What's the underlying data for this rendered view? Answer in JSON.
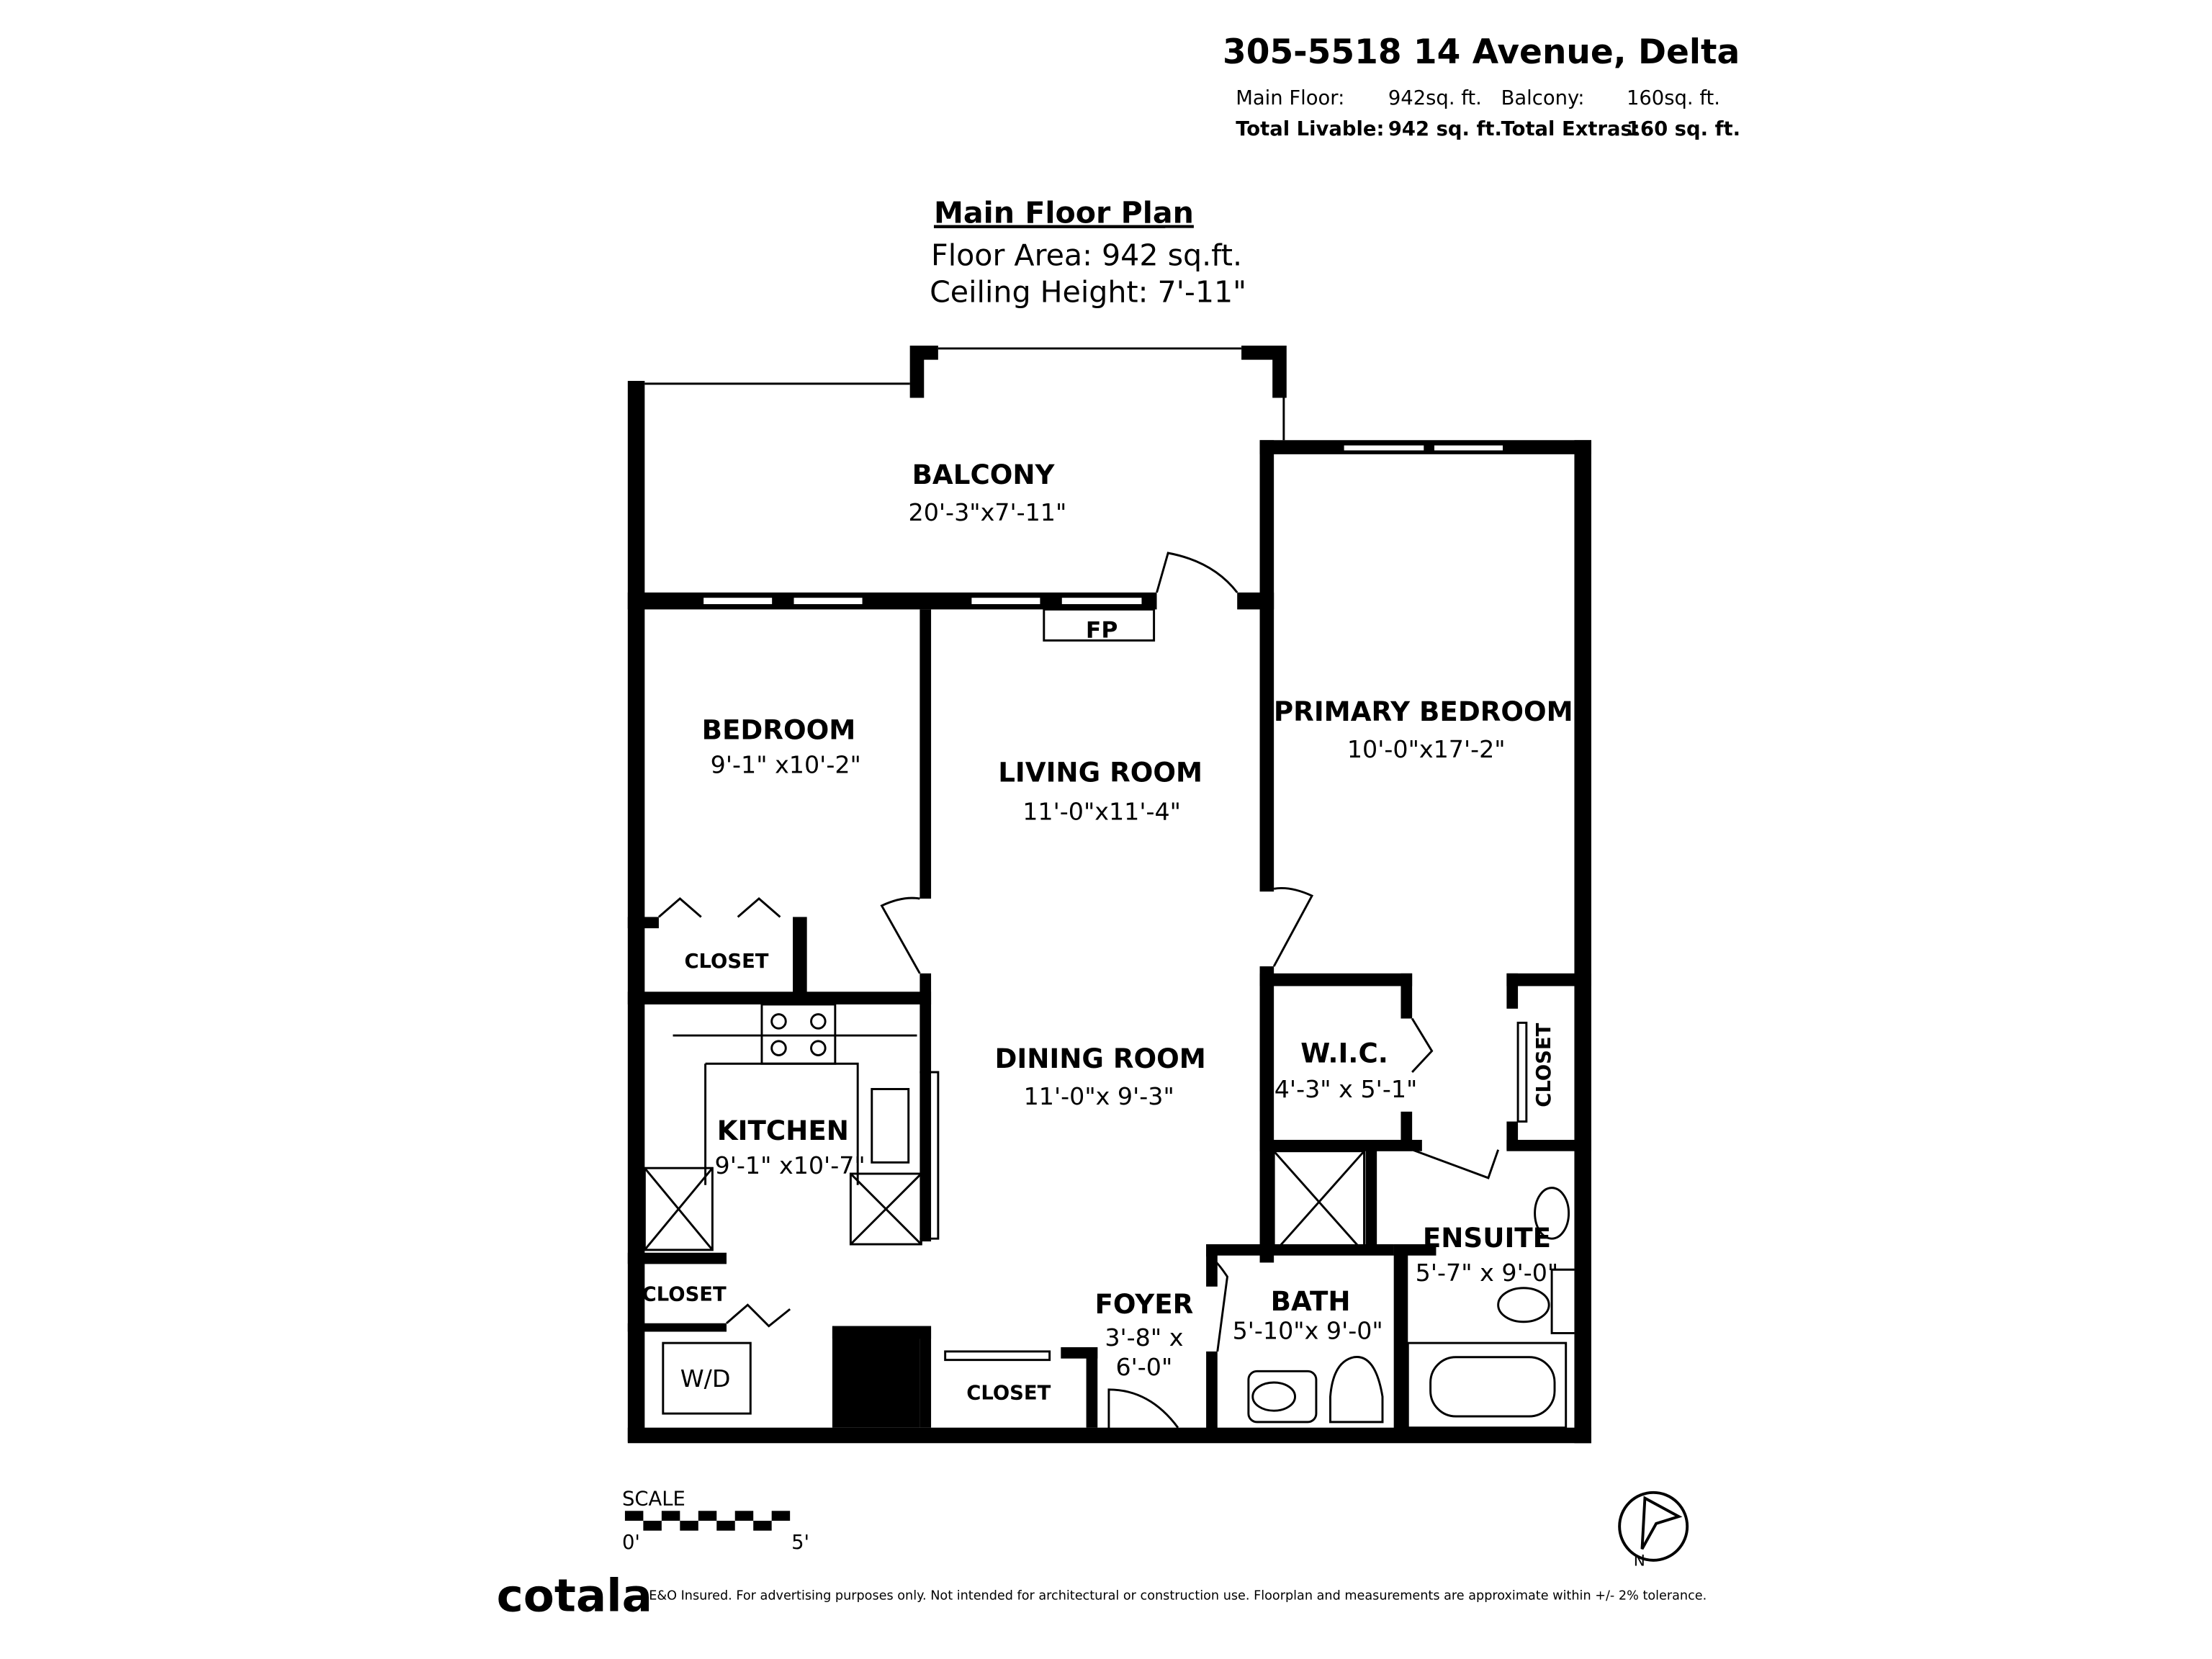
{
  "header": {
    "address": "305-5518 14 Avenue, Delta",
    "main_floor_label": "Main Floor:",
    "main_floor_value": "942sq. ft.",
    "balcony_label": "Balcony:",
    "balcony_value": "160sq. ft.",
    "total_livable_label": "Total Livable:",
    "total_livable_value": "942 sq. ft.",
    "total_extras_label": "Total Extras:",
    "total_extras_value": "160 sq. ft."
  },
  "plan": {
    "title": "Main Floor Plan",
    "floor_area": "Floor Area: 942 sq.ft.",
    "ceiling_height": "Ceiling Height: 7'-11\""
  },
  "rooms": {
    "balcony": {
      "name": "BALCONY",
      "dims": "20'-3\"x7'-11\""
    },
    "bedroom": {
      "name": "BEDROOM",
      "dims": "9'-1\" x10'-2\""
    },
    "living": {
      "name": "LIVING ROOM",
      "dims": "11'-0\"x11'-4\""
    },
    "primary": {
      "name": "PRIMARY BEDROOM",
      "dims": "10'-0\"x17'-2\""
    },
    "dining": {
      "name": "DINING ROOM",
      "dims": "11'-0\"x 9'-3\""
    },
    "kitchen": {
      "name": "KITCHEN",
      "dims": "9'-1\" x10'-7\""
    },
    "wic": {
      "name": "W.I.C.",
      "dims": "4'-3\" x 5'-1\""
    },
    "ensuite": {
      "name": "ENSUITE",
      "dims": "5'-7\" x 9'-0\""
    },
    "bath": {
      "name": "BATH",
      "dims": "5'-10\"x 9'-0\""
    },
    "foyer": {
      "name": "FOYER",
      "dims1": "3'-8\" x",
      "dims2": "6'-0\""
    }
  },
  "labels": {
    "fp": "FP",
    "closet": "CLOSET",
    "wd": "W/D"
  },
  "footer": {
    "scale_label": "SCALE",
    "scale_start": "0'",
    "scale_end": "5'",
    "north": "N",
    "brand": "cotala",
    "disclaimer": "E&O Insured. For advertising purposes only. Not intended for architectural or construction use. Floorplan and measurements are approximate within +/- 2% tolerance."
  }
}
